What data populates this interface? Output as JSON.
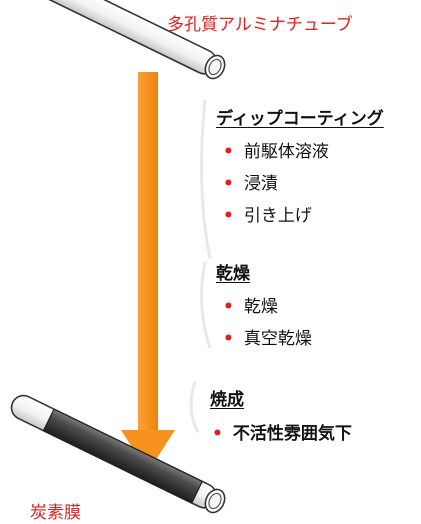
{
  "labels": {
    "top_material": "多孔質アルミナチューブ",
    "bottom_material": "炭素膜"
  },
  "steps": [
    {
      "heading": "ディップコーティング",
      "items": [
        "前駆体溶液",
        "浸漬",
        "引き上げ"
      ]
    },
    {
      "heading": "乾燥",
      "items": [
        "乾燥",
        "真空乾燥"
      ]
    },
    {
      "heading": "焼成",
      "items": [
        "不活性雰囲気下"
      ]
    }
  ],
  "colors": {
    "arrow": "#f7921e",
    "label_red": "#e02020",
    "bullet_dot": "#e02020",
    "membrane": "#3a3a3a"
  },
  "icons": {
    "bullet": "red-dot",
    "tube": "tube-icon"
  }
}
